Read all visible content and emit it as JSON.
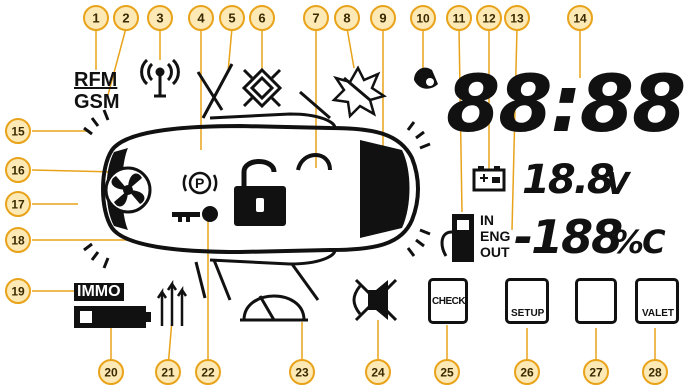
{
  "callout_style": {
    "circle_fill": "#fce9b5",
    "circle_stroke": "#e8a31a",
    "number_color": "#3a2a00",
    "line_color": "#e8a31a"
  },
  "callouts": [
    {
      "number": "1"
    },
    {
      "number": "2"
    },
    {
      "number": "3"
    },
    {
      "number": "4"
    },
    {
      "number": "5"
    },
    {
      "number": "6"
    },
    {
      "number": "7"
    },
    {
      "number": "8"
    },
    {
      "number": "9"
    },
    {
      "number": "10"
    },
    {
      "number": "11"
    },
    {
      "number": "12"
    },
    {
      "number": "13"
    },
    {
      "number": "14"
    },
    {
      "number": "15"
    },
    {
      "number": "16"
    },
    {
      "number": "17"
    },
    {
      "number": "18"
    },
    {
      "number": "19"
    },
    {
      "number": "20"
    },
    {
      "number": "21"
    },
    {
      "number": "22"
    },
    {
      "number": "23"
    },
    {
      "number": "24"
    },
    {
      "number": "25"
    },
    {
      "number": "26"
    },
    {
      "number": "27"
    },
    {
      "number": "28"
    }
  ],
  "display": {
    "rfm_label": "RFM",
    "gsm_label": "GSM",
    "parking_label": "P",
    "clock_text": "88:88",
    "voltage_value": "18.8",
    "voltage_unit": "V",
    "engine_in_label": "IN",
    "engine_eng_label": "ENG",
    "engine_out_label": "OUT",
    "temperature_value": "-188",
    "temperature_unit": "%C",
    "immo_label": "IMMO",
    "check_label": "CHECK",
    "setup_label": "SETUP",
    "valet_label": "VALET"
  },
  "icons": [
    "antenna-icon",
    "parking-brake-icon",
    "key-icon",
    "lock-icon",
    "door-icon",
    "shock-sensor-icon",
    "alarm-triggered-icon",
    "bell-icon",
    "battery-icon",
    "fuel-pump-icon",
    "heater-fan-icon",
    "turbo-timer-icon",
    "speedometer-icon",
    "siren-mute-icon",
    "wrench-icon",
    "music-notes-icon",
    "gear-icon"
  ]
}
